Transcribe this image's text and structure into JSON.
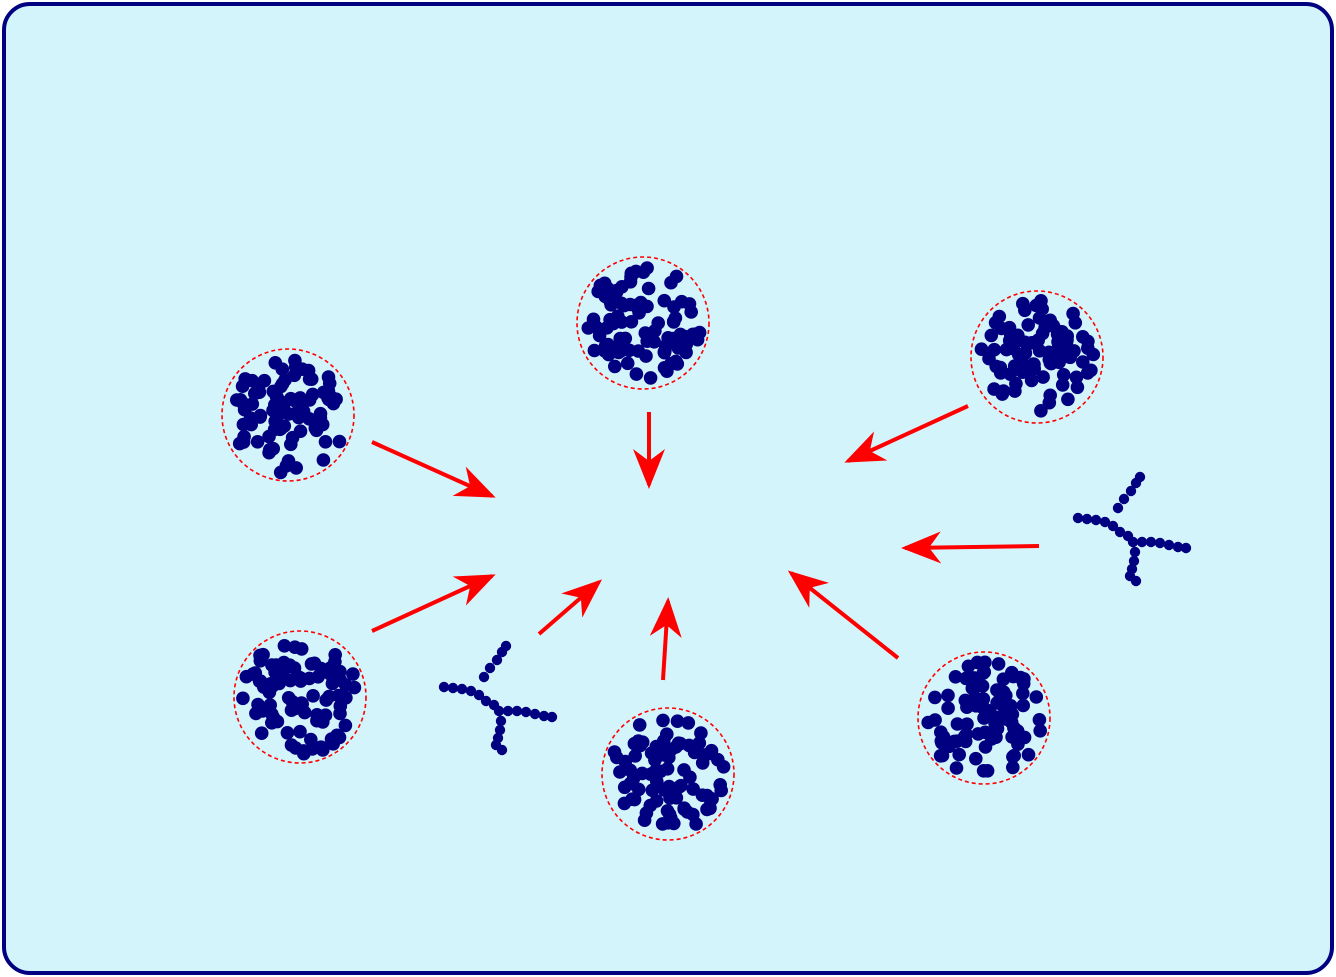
{
  "diagram": {
    "colors": {
      "background": "#d4f4fc",
      "border": "#000080",
      "particle": "#000080",
      "cluster_outline": "#ff0000",
      "arrow": "#ff0000"
    },
    "clusters": [
      {
        "id": "cluster-top-center",
        "seed": 11
      },
      {
        "id": "cluster-upper-left",
        "seed": 23
      },
      {
        "id": "cluster-upper-right",
        "seed": 37
      },
      {
        "id": "cluster-lower-left",
        "seed": 41
      },
      {
        "id": "cluster-bottom-center",
        "seed": 53
      },
      {
        "id": "cluster-lower-right",
        "seed": 67
      }
    ],
    "branched_molecules": [
      {
        "id": "branched-molecule-left"
      },
      {
        "id": "branched-molecule-right"
      }
    ],
    "arrows": [
      {
        "id": "arrow-from-upper-left"
      },
      {
        "id": "arrow-from-top-center"
      },
      {
        "id": "arrow-from-upper-right"
      },
      {
        "id": "arrow-from-right-molecule"
      },
      {
        "id": "arrow-from-lower-right"
      },
      {
        "id": "arrow-from-bottom-center"
      },
      {
        "id": "arrow-from-left-molecule"
      },
      {
        "id": "arrow-from-lower-left"
      }
    ]
  }
}
